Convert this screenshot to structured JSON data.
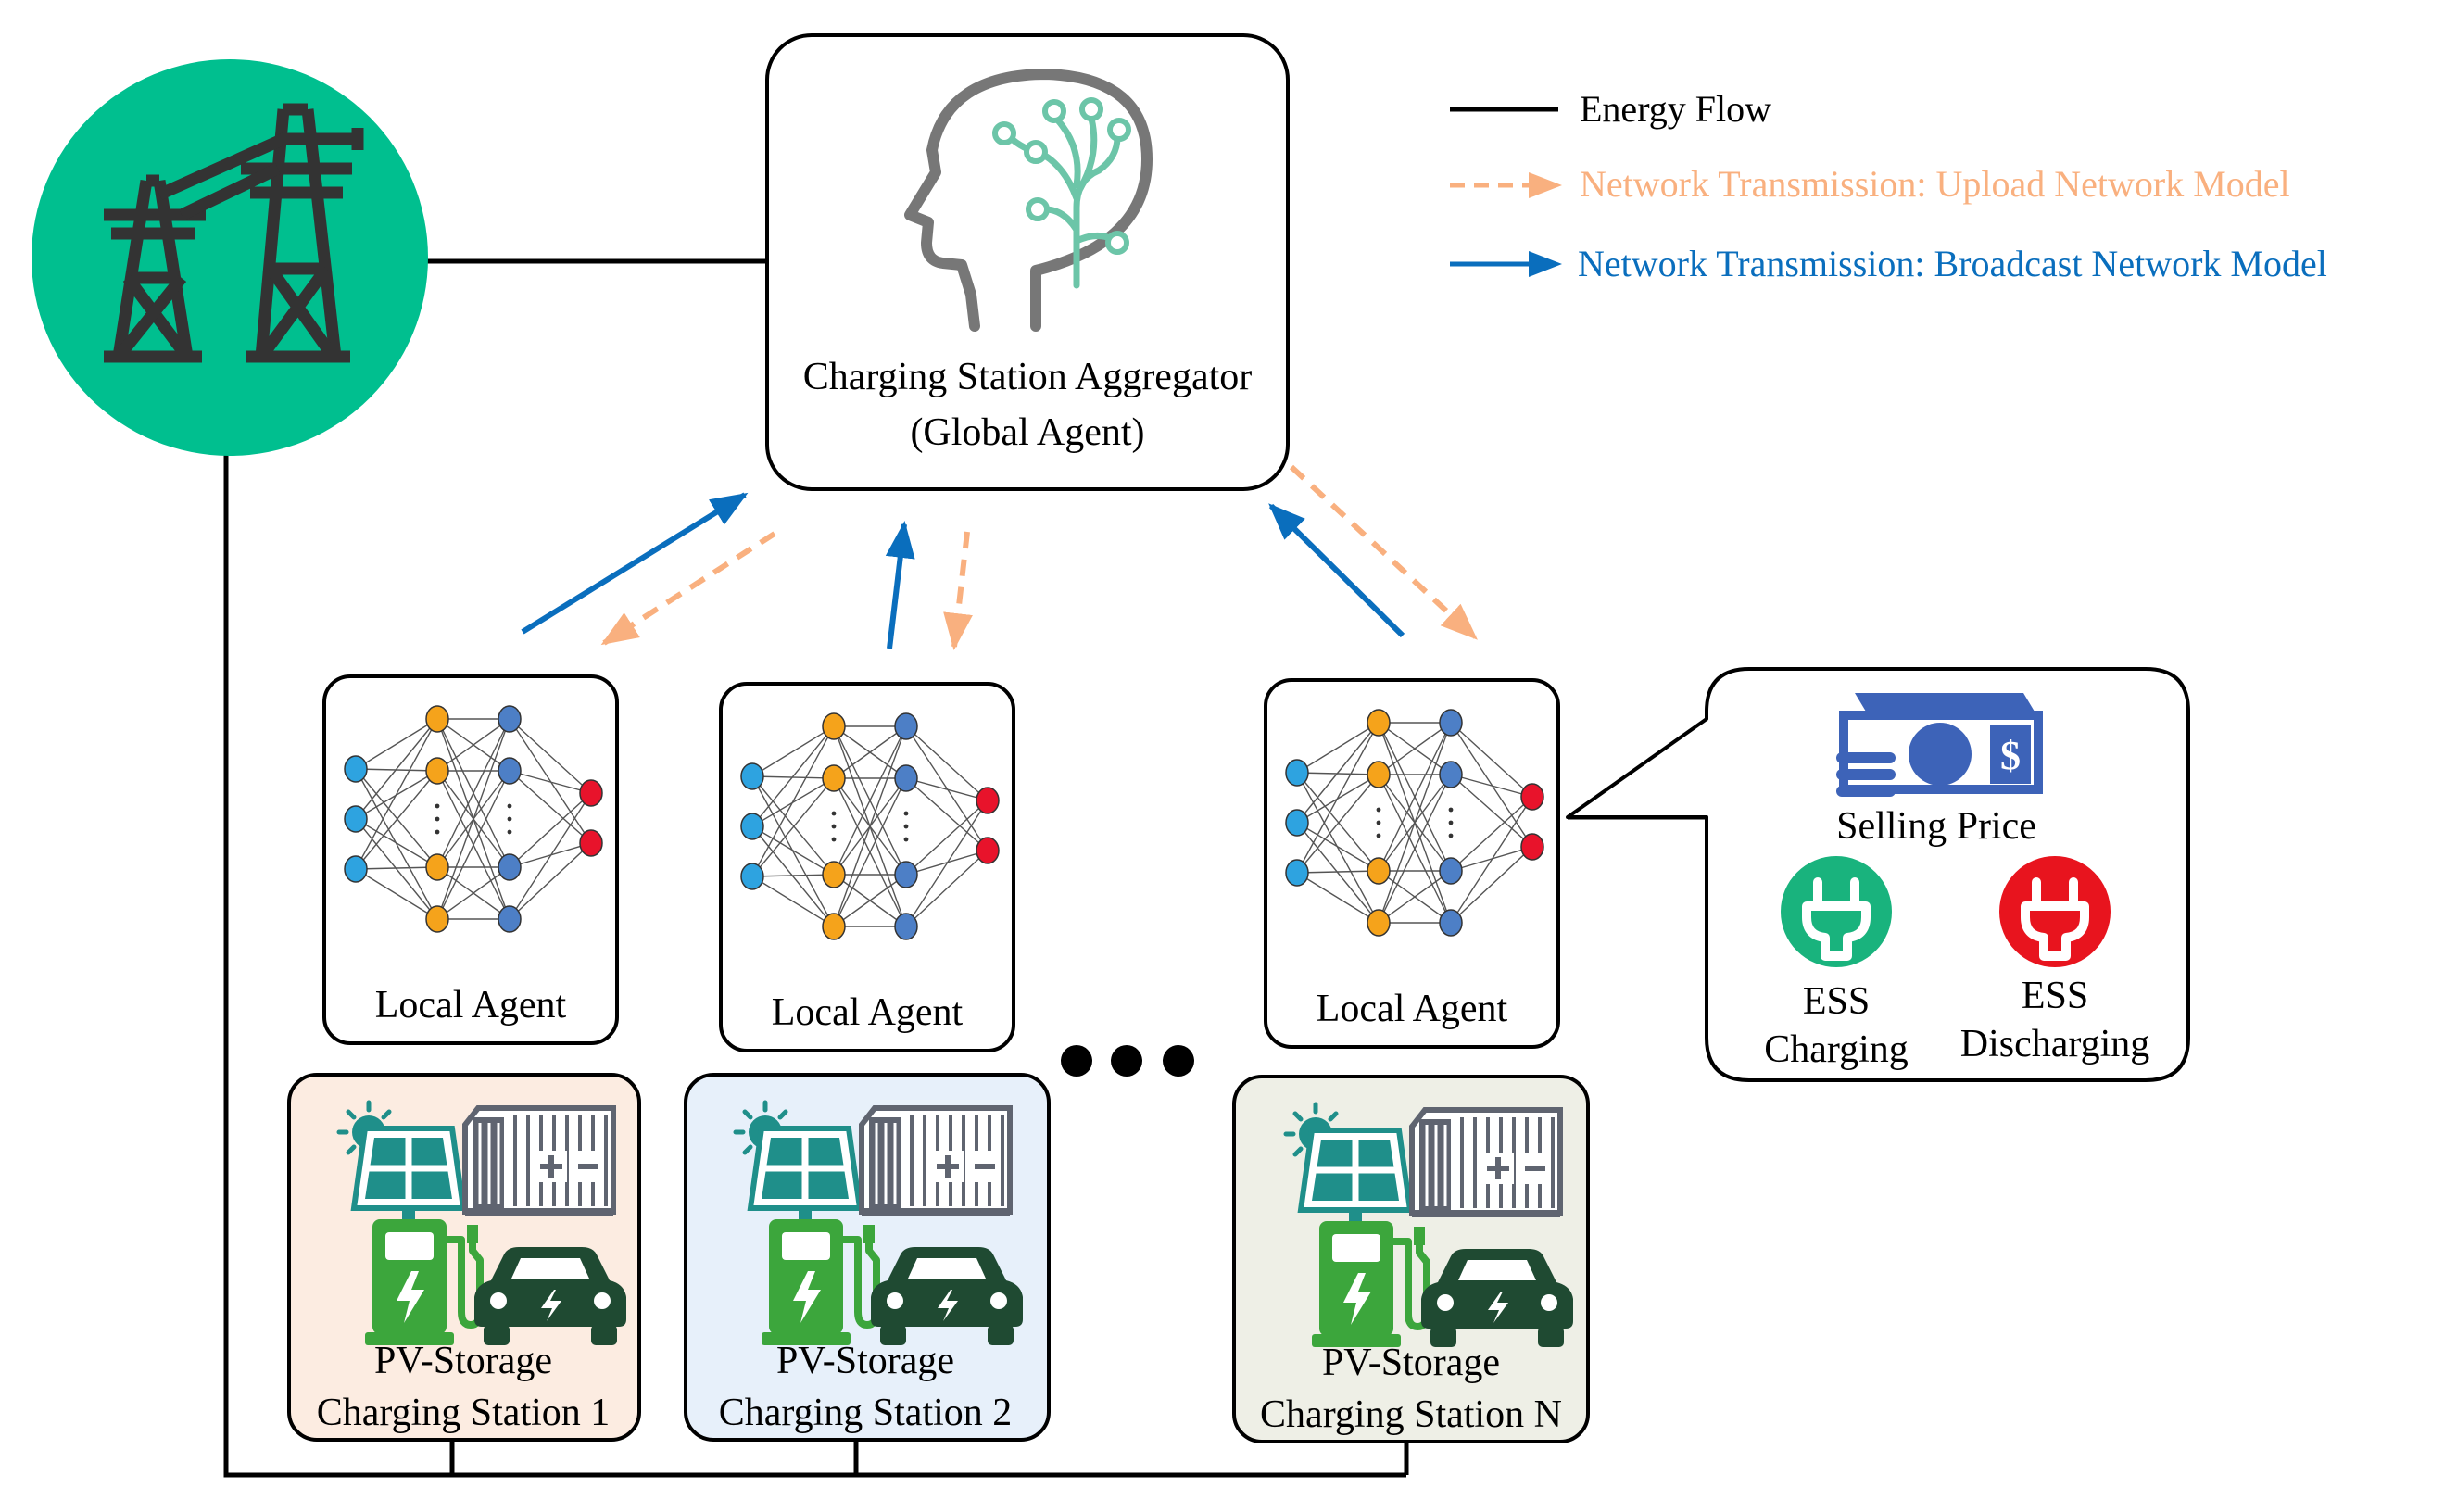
{
  "legend": {
    "energy_flow": "Energy Flow",
    "upload": "Network Transmission: Upload Network Model",
    "broadcast": "Network Transmission: Broadcast Network Model"
  },
  "aggregator": {
    "line1": "Charging Station Aggregator",
    "line2": "(Global Agent)"
  },
  "local_agent_label": "Local Agent",
  "stations": [
    {
      "line1": "PV-Storage",
      "line2": "Charging Station 1"
    },
    {
      "line1": "PV-Storage",
      "line2": "Charging Station 2"
    },
    {
      "line1": "PV-Storage",
      "line2": "Charging Station N"
    }
  ],
  "actions": {
    "selling_price": "Selling Price",
    "ess_charging_1": "ESS",
    "ess_charging_2": "Charging",
    "ess_discharging_1": "ESS",
    "ess_discharging_2": "Discharging"
  },
  "colors": {
    "grid_circle": "#00bf8f",
    "energy": "#000000",
    "upload": "#f9b07f",
    "broadcast": "#0a6ebd",
    "brain": "#777777",
    "brain_circuit": "#6cc5a8",
    "nn_input": "#2ea3e0",
    "nn_hidden1": "#f5a31b",
    "nn_hidden2": "#4d7fc6",
    "nn_output": "#e8132b",
    "station1_bg": "#fcece1",
    "station2_bg": "#e7f0fa",
    "stationN_bg": "#eeefe6",
    "pv_teal": "#1f8f8a",
    "battery_gray": "#5f6470",
    "charger_green": "#3ca63c",
    "car_dark": "#1f4a32",
    "money_blue": "#3d63b8",
    "ess_charge_green": "#19b37d",
    "ess_discharge_red": "#e8141e"
  },
  "icons": [
    "transmission-tower-icon",
    "brain-icon",
    "neural-network-icon",
    "solar-panel-icon",
    "battery-container-icon",
    "charging-pile-icon",
    "electric-car-icon",
    "money-icon",
    "plug-icon"
  ]
}
